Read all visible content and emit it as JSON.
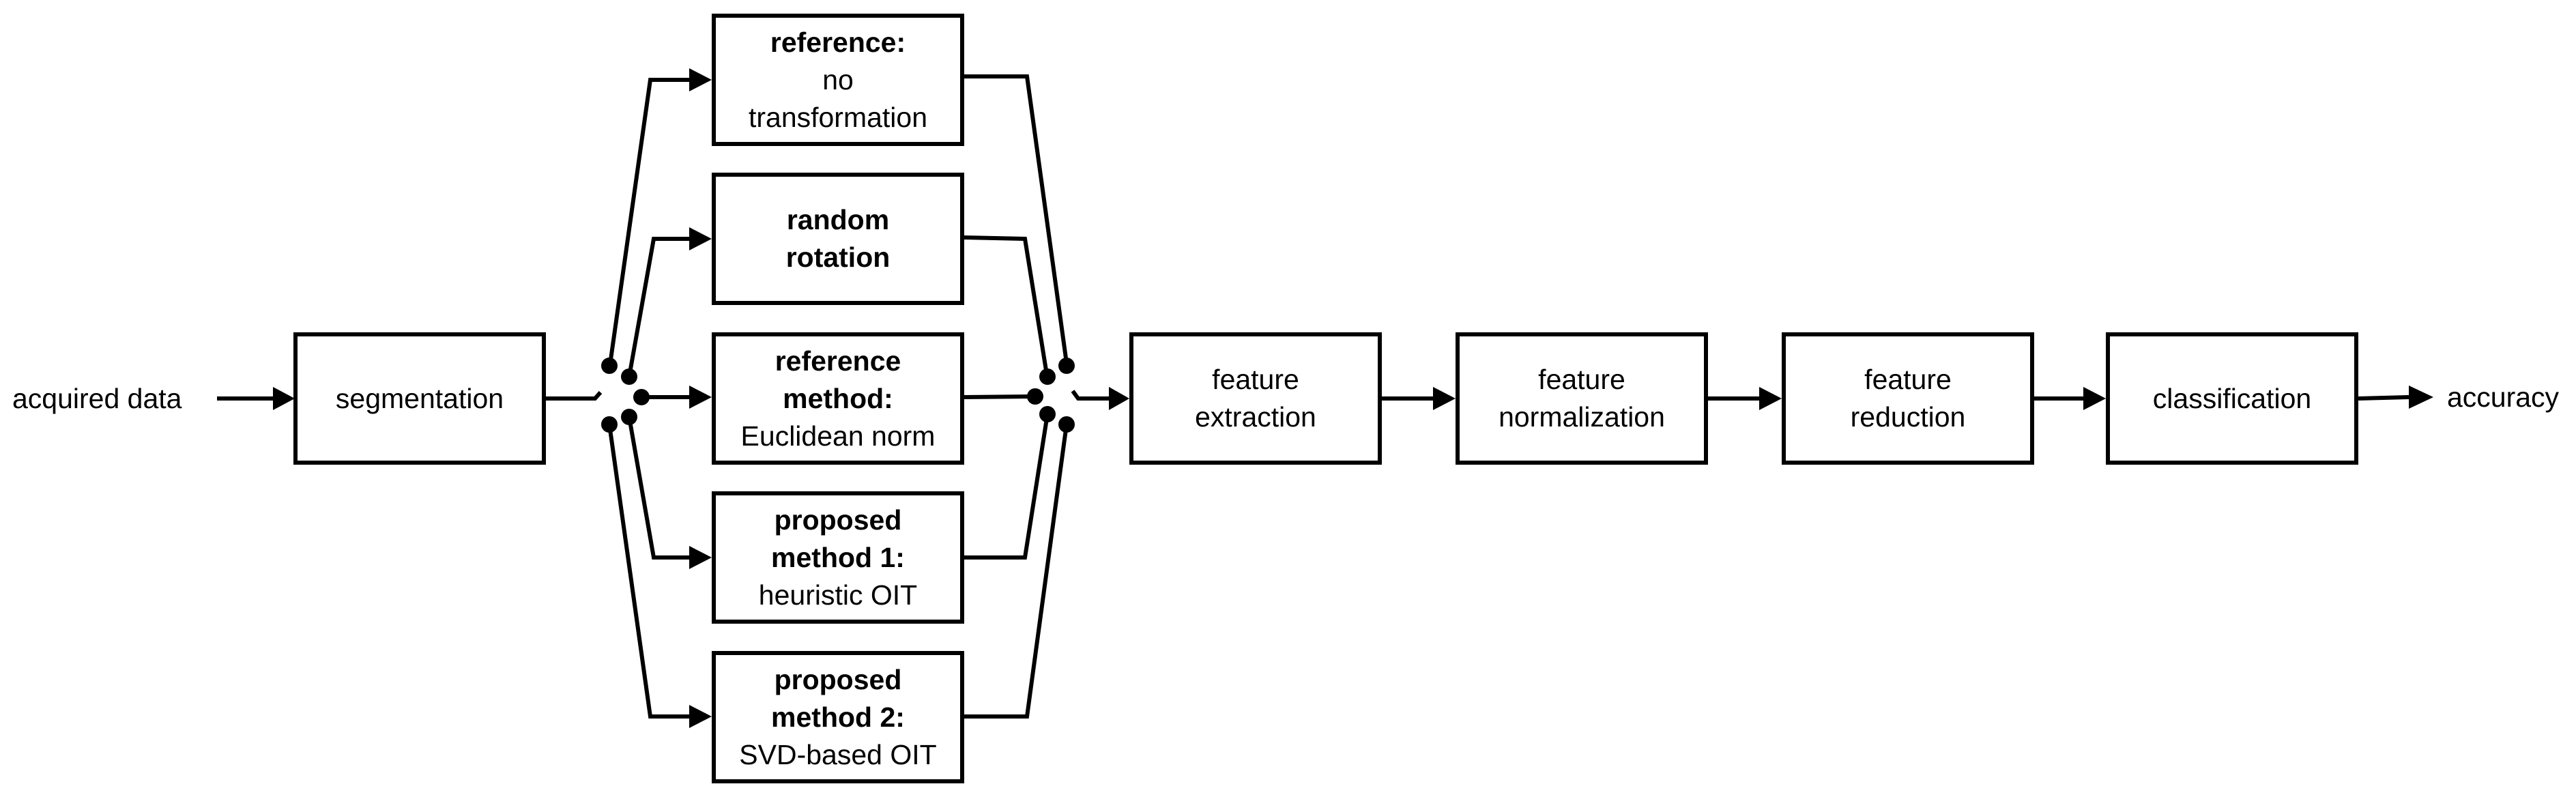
{
  "input_label": "acquired data",
  "output_label": "accuracy",
  "segmentation": "segmentation",
  "variants": {
    "reference": {
      "bold": "reference:",
      "normal": "no transformation"
    },
    "random": {
      "bold": "random rotation"
    },
    "ref_method": {
      "bold": "reference method:",
      "normal": "Euclidean norm"
    },
    "proposed1": {
      "bold": "proposed method 1:",
      "normal": "heuristic OIT"
    },
    "proposed2": {
      "bold": "proposed method 2:",
      "normal": "SVD-based OIT"
    }
  },
  "pipeline": {
    "feature_extraction": "feature extraction",
    "feature_normalization": "feature normalization",
    "feature_reduction": "feature reduction",
    "classification": "classification"
  }
}
